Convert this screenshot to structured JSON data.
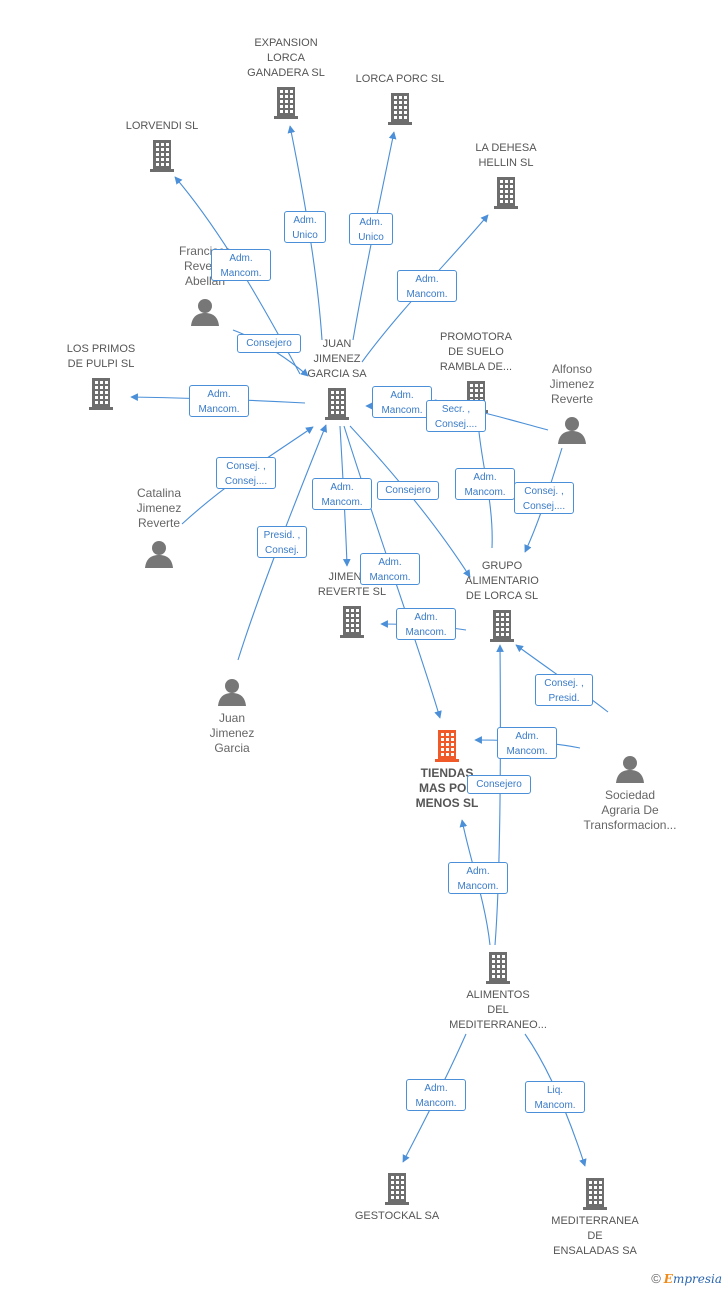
{
  "colors": {
    "edge": "#4a8fd8",
    "company": "#6d6d6d",
    "focus_company": "#f05a28",
    "person": "#777777",
    "label_text": "#555555"
  },
  "nodes": [
    {
      "id": "expansion",
      "kind": "company",
      "label": [
        "EXPANSION",
        "LORCA",
        "GANADERA SL"
      ]
    },
    {
      "id": "lorcaporc",
      "kind": "company",
      "label": [
        "LORCA PORC SL"
      ]
    },
    {
      "id": "lorvendi",
      "kind": "company",
      "label": [
        "LORVENDI SL"
      ]
    },
    {
      "id": "dehesa",
      "kind": "company",
      "label": [
        "LA DEHESA",
        "HELLIN SL"
      ]
    },
    {
      "id": "francisca",
      "kind": "person",
      "label": [
        "Francisca",
        "Reverte",
        "Abellan"
      ]
    },
    {
      "id": "primos",
      "kind": "company",
      "label": [
        "LOS PRIMOS",
        "DE PULPI SL"
      ]
    },
    {
      "id": "juanjimenezsa",
      "kind": "company",
      "label": [
        "JUAN",
        "JIMENEZ",
        "GARCIA SA"
      ]
    },
    {
      "id": "promotora",
      "kind": "company",
      "label": [
        "PROMOTORA",
        "DE SUELO",
        "RAMBLA DE..."
      ]
    },
    {
      "id": "alfonso",
      "kind": "person",
      "label": [
        "Alfonso",
        "Jimenez",
        "Reverte"
      ]
    },
    {
      "id": "catalina",
      "kind": "person",
      "label": [
        "Catalina",
        "Jimenez",
        "Reverte"
      ]
    },
    {
      "id": "jimenezreverte",
      "kind": "company",
      "label": [
        "JIMENEZ",
        "REVERTE SL"
      ]
    },
    {
      "id": "grupo",
      "kind": "company",
      "label": [
        "GRUPO",
        "ALIMENTARIO",
        "DE LORCA SL"
      ]
    },
    {
      "id": "juanperson",
      "kind": "person",
      "label": [
        "Juan",
        "Jimenez",
        "Garcia"
      ]
    },
    {
      "id": "tiendas",
      "kind": "focus",
      "label": [
        "TIENDAS",
        "MAS POR",
        "MENOS SL"
      ]
    },
    {
      "id": "sociedad",
      "kind": "person",
      "label": [
        "Sociedad",
        "Agraria De",
        "Transformacion..."
      ]
    },
    {
      "id": "alimentos",
      "kind": "company",
      "label": [
        "ALIMENTOS",
        "DEL",
        "MEDITERRANEO..."
      ]
    },
    {
      "id": "gestockal",
      "kind": "company",
      "label": [
        "GESTOCKAL SA"
      ]
    },
    {
      "id": "mediterranea",
      "kind": "company",
      "label": [
        "MEDITERRANEA",
        "DE",
        "ENSALADAS SA"
      ]
    }
  ],
  "edge_labels": [
    {
      "id": "e1",
      "lines": [
        "Adm.",
        "Unico"
      ]
    },
    {
      "id": "e2",
      "lines": [
        "Adm.",
        "Unico"
      ]
    },
    {
      "id": "e3",
      "lines": [
        "Adm.",
        "Mancom."
      ]
    },
    {
      "id": "e4",
      "lines": [
        "Adm.",
        "Mancom."
      ]
    },
    {
      "id": "e5",
      "lines": [
        "Consejero"
      ]
    },
    {
      "id": "e6",
      "lines": [
        "Adm.",
        "Mancom."
      ]
    },
    {
      "id": "e7",
      "lines": [
        "Adm.",
        "Mancom."
      ]
    },
    {
      "id": "e8",
      "lines": [
        "Secr. ,",
        "Consej...."
      ]
    },
    {
      "id": "e9",
      "lines": [
        "Consej. ,",
        "Consej...."
      ]
    },
    {
      "id": "e10",
      "lines": [
        "Adm.",
        "Mancom."
      ]
    },
    {
      "id": "e11",
      "lines": [
        "Consejero"
      ]
    },
    {
      "id": "e12",
      "lines": [
        "Adm.",
        "Mancom."
      ]
    },
    {
      "id": "e13",
      "lines": [
        "Consej. ,",
        "Consej...."
      ]
    },
    {
      "id": "e14",
      "lines": [
        "Presid. ,",
        "Consej."
      ]
    },
    {
      "id": "e15",
      "lines": [
        "Adm.",
        "Mancom."
      ]
    },
    {
      "id": "e16",
      "lines": [
        "Adm.",
        "Mancom."
      ]
    },
    {
      "id": "e17",
      "lines": [
        "Consej. ,",
        "Presid."
      ]
    },
    {
      "id": "e18",
      "lines": [
        "Adm.",
        "Mancom."
      ]
    },
    {
      "id": "e19",
      "lines": [
        "Consejero"
      ]
    },
    {
      "id": "e20",
      "lines": [
        "Adm.",
        "Mancom."
      ]
    },
    {
      "id": "e21",
      "lines": [
        "Adm.",
        "Mancom."
      ]
    },
    {
      "id": "e22",
      "lines": [
        "Liq.",
        "Mancom."
      ]
    }
  ],
  "footer": {
    "copyright": "©",
    "brand_first": "E",
    "brand_rest": "mpresia"
  }
}
